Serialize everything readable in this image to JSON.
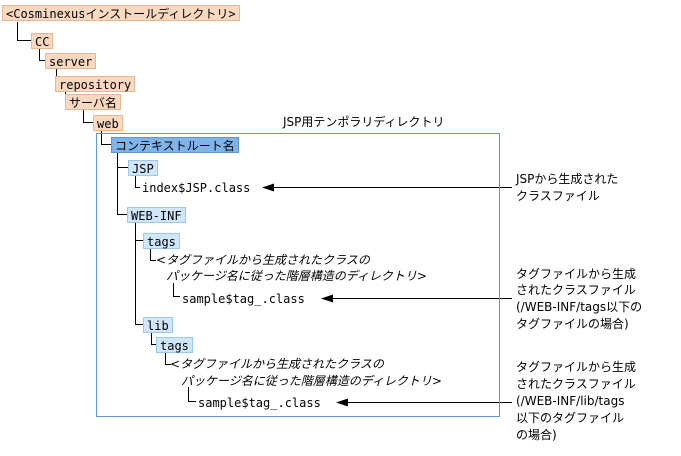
{
  "root": "<Cosminexusインストールディレクトリ>",
  "dirs": {
    "cc": "CC",
    "server": "server",
    "repository": "repository",
    "server_name": "サーバ名",
    "web": "web",
    "context_root": "コンテキストルート名",
    "jsp": "JSP",
    "web_inf": "WEB-INF",
    "tags": "tags",
    "lib": "lib",
    "lib_tags": "tags"
  },
  "files": {
    "index_class": "index$JSP.class",
    "sample_tag_class": "sample$tag_.class",
    "lib_sample_tag_class": "sample$tag_.class"
  },
  "frame_label": "JSP用テンポラリディレクトリ",
  "hierarchy_note": {
    "line1": "<タグファイルから生成されたクラスの",
    "line2": "パッケージ名に従った階層構造のディレクトリ>"
  },
  "hierarchy_note2": {
    "line1": "<タグファイルから生成されたクラスの",
    "line2": "パッケージ名に従った階層構造のディレクトリ>"
  },
  "callouts": {
    "jsp": {
      "line1": "JSPから生成された",
      "line2": "クラスファイル"
    },
    "tags": {
      "line1": "タグファイルから生成",
      "line2": "されたクラスファイル",
      "line3": "(/WEB-INF/tags以下の",
      "line4": "タグファイルの場合)"
    },
    "lib": {
      "line1": "タグファイルから生成",
      "line2": "されたクラスファイル",
      "line3": "(/WEB-INF/lib/tags",
      "line4": "以下のタグファイル",
      "line5": "の場合)"
    }
  },
  "colors": {
    "orange_fill": "#f9d9c0",
    "blue_fill": "#cfe6fb",
    "blue_strong": "#7fb4ea",
    "frame": "#5b9bd5"
  }
}
